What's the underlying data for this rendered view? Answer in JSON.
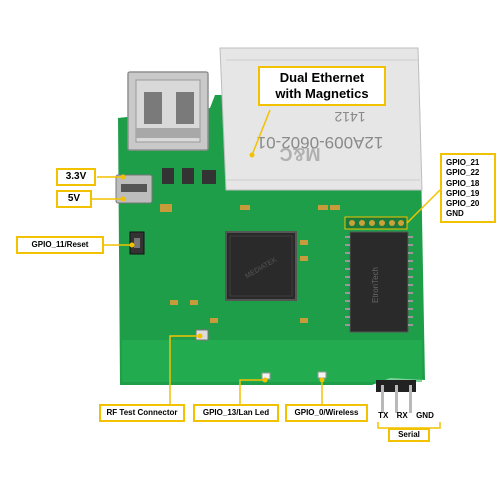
{
  "labels": {
    "title_line1": "Dual Ethernet",
    "title_line2": "with Magnetics",
    "v33": "3.3V",
    "v5": "5V",
    "reset": "GPIO_11/Reset",
    "rf": "RF Test Connector",
    "lan": "GPIO_13/Lan Led",
    "wireless": "GPIO_0/Wireless",
    "serial": "Serial",
    "tx": "TX",
    "rx": "RX",
    "gnd": "GND"
  },
  "gpio_pins": [
    "GPIO_21",
    "GPIO_22",
    "GPIO_18",
    "GPIO_19",
    "GPIO_20",
    "GND"
  ],
  "module_text": {
    "part": "12A009-0602-01",
    "date": "1412",
    "brand": "M&C"
  },
  "colors": {
    "pcb": "#1f9e4a",
    "label_border": "#f2c200",
    "leader": "#f2c200",
    "usb_metal": "#c9c9c9",
    "chip": "#2a2a2a"
  }
}
